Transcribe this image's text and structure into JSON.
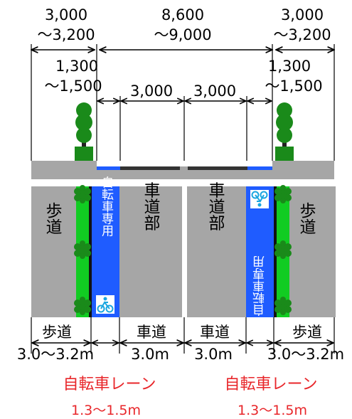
{
  "dimensions": {
    "sidewalk_left_top": "3,000",
    "sidewalk_left_bottom": "～3,200",
    "center_top": "8,600",
    "center_bottom": "～9,000",
    "sidewalk_right_top": "3,000",
    "sidewalk_right_bottom": "～3,200",
    "lane_left_top": "1,300",
    "lane_left_bottom": "～1,500",
    "lane_right_top": "1,300",
    "lane_right_bottom": "～1,500",
    "carriage_left": "3,000",
    "carriage_right": "3,000"
  },
  "plan": {
    "sidewalk_left": "歩道",
    "bike_lane_left": "自転車専用",
    "carriageway_left": "車道部",
    "carriageway_right": "車道部",
    "bike_lane_right": "自転車専用",
    "sidewalk_right": "歩道"
  },
  "bottom_labels": {
    "sidewalk_left": "歩道",
    "carriage_left": "車道",
    "carriage_right": "車道",
    "sidewalk_right": "歩道",
    "width_sidewalk_left": "3.0～3.2m",
    "width_carriage_left": "3.0m",
    "width_carriage_right": "3.0m",
    "width_sidewalk_right": "3.0～3.2m"
  },
  "bike_lane_callouts": {
    "left_title": "自転車レーン",
    "left_width": "1.3～1.5m",
    "right_title": "自転車レーン",
    "right_width": "1.3～1.5m"
  },
  "colors": {
    "road_gray": "#a6a6a6",
    "bike_blue": "#1f5cff",
    "hedge_green": "#11cc22",
    "label_red": "#e8262a"
  }
}
